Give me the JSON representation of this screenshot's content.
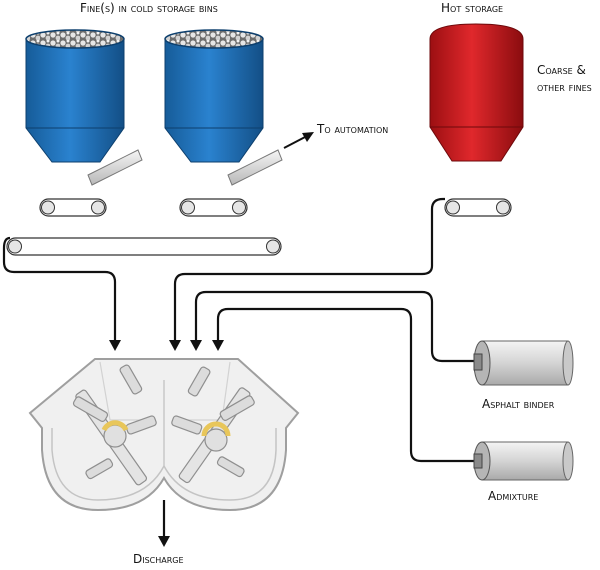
{
  "labels": {
    "cold_storage": "Fine(s) in cold storage bins",
    "to_automation": "To automation",
    "hot_storage": "Hot storage",
    "coarse_line1": "Coarse &",
    "coarse_line2": "other fines",
    "asphalt_binder": "Asphalt binder",
    "admixture": "Admixture",
    "discharge": "Discharge"
  },
  "colors": {
    "cold_bin": "#1f6fb5",
    "hot_bin": "#c8161b",
    "tank": "#d9d9d9",
    "line": "#111111",
    "mixer": "#eeeeee",
    "paddle_band": "#f3d98a"
  }
}
